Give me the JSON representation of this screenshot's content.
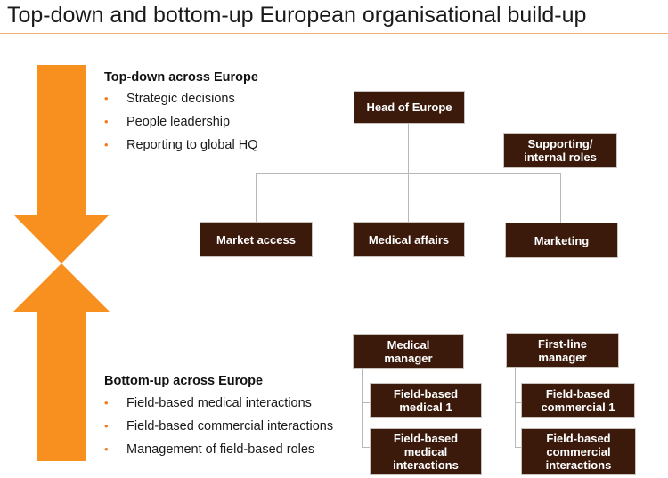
{
  "title": "Top-down and bottom-up European organisational build-up",
  "colors": {
    "accent": "#f47c20",
    "box": "#3b1a0c",
    "connector": "#b8b8b8"
  },
  "top_down": {
    "heading": "Top-down across Europe",
    "bullets": [
      "Strategic decisions",
      "People leadership",
      "Reporting to global HQ"
    ]
  },
  "bottom_up": {
    "heading": "Bottom-up across Europe",
    "bullets": [
      "Field-based medical interactions",
      "Field-based commercial interactions",
      "Management of field-based roles"
    ]
  },
  "bullet_glyph": "•",
  "org": {
    "head": "Head of Europe",
    "supporting": "Supporting/\ninternal roles",
    "functions": [
      "Market access",
      "Medical affairs",
      "Marketing"
    ],
    "medical_manager": "Medical\nmanager",
    "first_line_manager": "First-line\nmanager",
    "medical_reports": [
      "Field-based\nmedical 1",
      "Field-based\nmedical\ninteractions"
    ],
    "commercial_reports": [
      "Field-based\ncommercial 1",
      "Field-based\ncommercial\ninteractions"
    ]
  }
}
